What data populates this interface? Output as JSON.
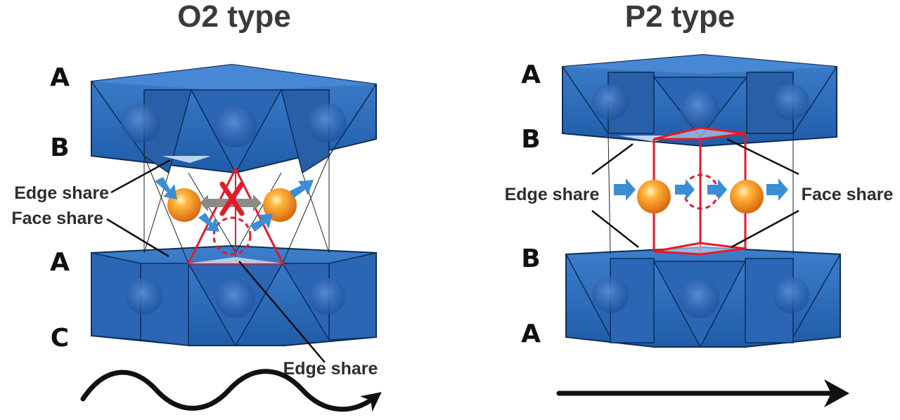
{
  "panels": {
    "o2": {
      "title": "O2 type",
      "layers": [
        "A",
        "B",
        "A",
        "C"
      ],
      "labels": {
        "edge_share_upper": "Edge share",
        "face_share": "Face share",
        "edge_share_lower": "Edge share"
      },
      "path": "wavy"
    },
    "p2": {
      "title": "P2 type",
      "layers": [
        "A",
        "B",
        "B",
        "A"
      ],
      "labels": {
        "edge_share": "Edge share",
        "face_share": "Face share"
      },
      "path": "straight"
    }
  },
  "colors": {
    "polyhedra": "#2f6db8",
    "polyhedra_dark": "#1d4f92",
    "ion": "#f08a1c",
    "migration_arrow": "#3a8fd4",
    "blocked_arrow": "#8a8a8a",
    "forbidden_mark": "#e21b2a",
    "site_outline": "#e21b2a"
  }
}
